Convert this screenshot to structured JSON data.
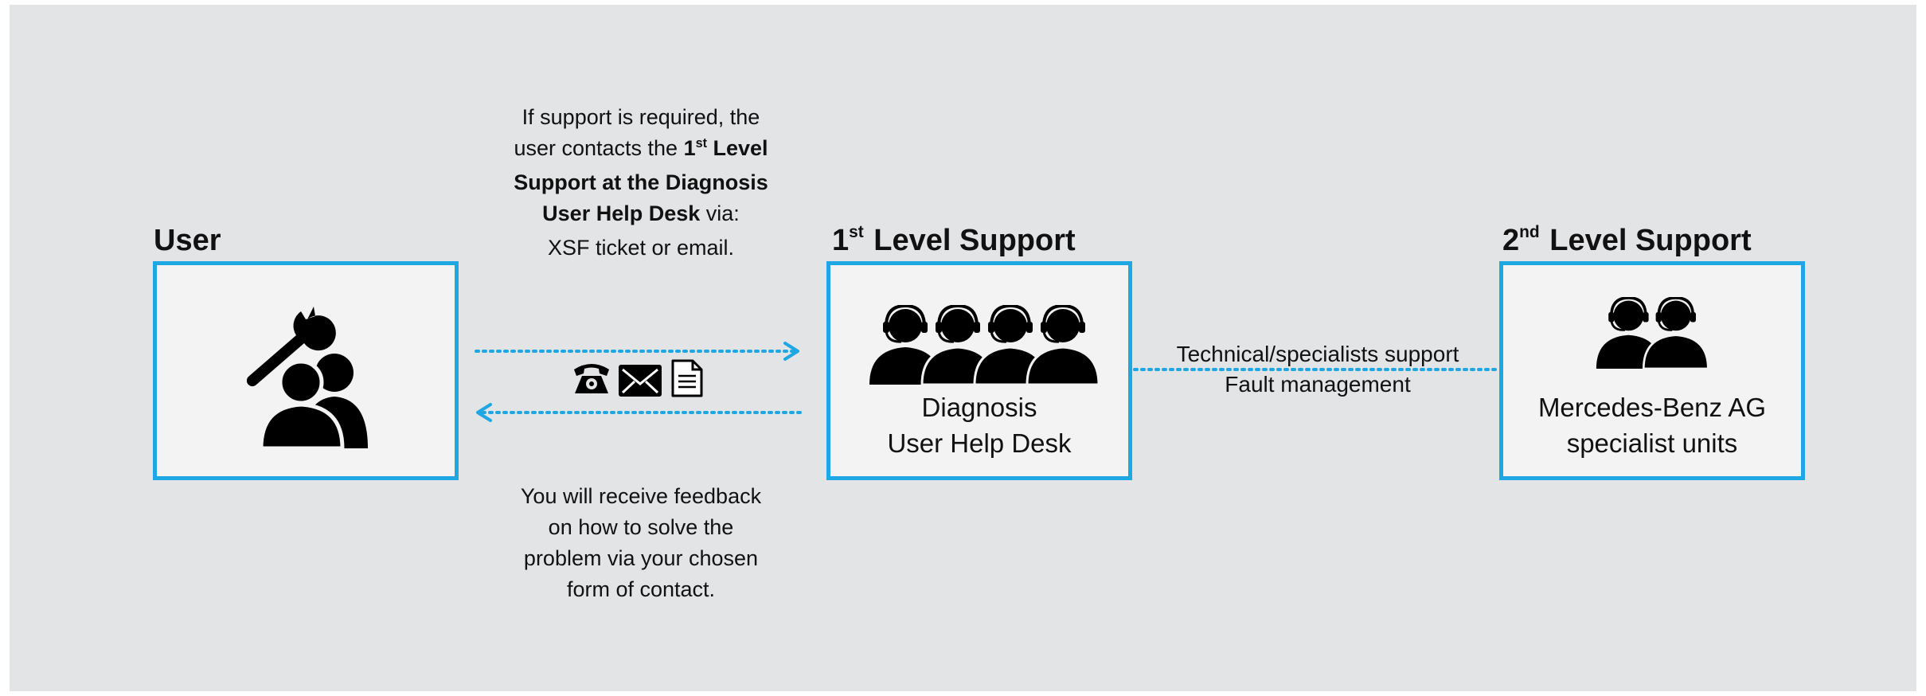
{
  "colors": {
    "background": "#e3e4e6",
    "accent": "#1ea7e2",
    "box_fill": "#f3f3f3",
    "icon": "#000000"
  },
  "user": {
    "title": "User",
    "icon": "users-with-wrench-icon"
  },
  "first_level": {
    "title_sup": "st",
    "title_num": "1",
    "title_rest": " Level Support",
    "label_line1": "Diagnosis",
    "label_line2": "User Help Desk",
    "icon": "four-headset-agents-icon"
  },
  "second_level": {
    "title_sup": "nd",
    "title_num": "2",
    "title_rest": " Level Support",
    "label_line1": "Mercedes-Benz AG",
    "label_line2": "specialist units",
    "icon": "two-headset-agents-icon"
  },
  "contact_note": {
    "line1": "If support is required, the",
    "line2_pre": "user contacts the ",
    "line2_num": "1",
    "line2_sup": "st",
    "line2_bold": " Level",
    "line3_bold": "Support at the Diagnosis",
    "line4_bold": "User Help Desk",
    "line4_rest": " via:",
    "line5": "XSF ticket or email."
  },
  "feedback_note": {
    "line1": "You will receive feedback",
    "line2": "on how to solve the",
    "line3": "problem via your chosen",
    "line4": "form of contact."
  },
  "connector": {
    "line1": "Technical/specialists support",
    "line2": "Fault management"
  },
  "contact_icons": [
    "telephone-icon",
    "envelope-icon",
    "document-icon"
  ]
}
